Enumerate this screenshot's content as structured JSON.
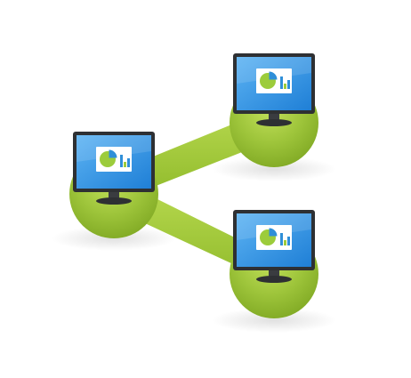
{
  "illustration": {
    "nodes": [
      {
        "id": "source",
        "role": "left",
        "icons": [
          "pie-chart-icon",
          "bar-chart-icon"
        ]
      },
      {
        "id": "top-right",
        "role": "target",
        "icons": [
          "pie-chart-icon",
          "bar-chart-icon"
        ]
      },
      {
        "id": "bottom-right",
        "role": "target",
        "icons": [
          "pie-chart-icon",
          "bar-chart-icon"
        ]
      }
    ],
    "colors": {
      "sphere": "#9dc43a",
      "sphere_dark": "#7fa823",
      "connector": "#a3c93b",
      "screen": "#2e8fe0",
      "screen_light": "#5cb3f3",
      "bezel": "#2e3033",
      "card": "#ffffff",
      "pie_main": "#9ccc3b",
      "pie_slice": "#2f8fd8",
      "bar_blue": "#2f8fd8",
      "bar_green": "#9ccc3b"
    }
  }
}
